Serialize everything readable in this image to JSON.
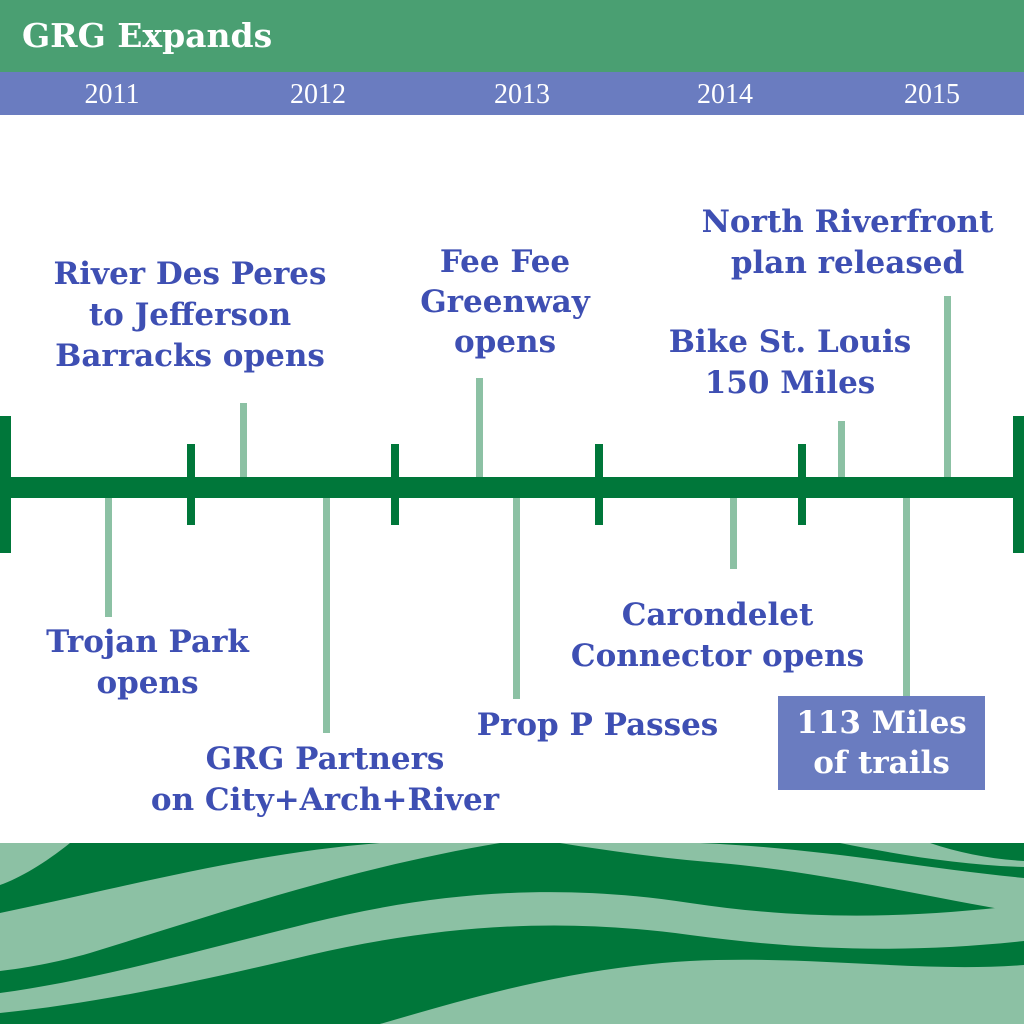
{
  "title": "GRG Expands",
  "years": [
    "2011",
    "2012",
    "2013",
    "2014",
    "2015"
  ],
  "events": [
    {
      "id": "river-des-peres",
      "lines": [
        "River Des Peres",
        "to Jefferson",
        "Barracks opens"
      ]
    },
    {
      "id": "fee-fee",
      "lines": [
        "Fee Fee",
        "Greenway",
        "opens"
      ]
    },
    {
      "id": "north-riverfront",
      "lines": [
        "North Riverfront",
        "plan released"
      ]
    },
    {
      "id": "bike-st-louis",
      "lines": [
        "Bike St. Louis",
        "150 Miles"
      ]
    },
    {
      "id": "trojan-park",
      "lines": [
        "Trojan Park",
        "opens"
      ]
    },
    {
      "id": "grg-partners",
      "lines": [
        "GRG Partners",
        "on City+Arch+River"
      ]
    },
    {
      "id": "prop-p",
      "lines": [
        "Prop P Passes"
      ]
    },
    {
      "id": "carondelet",
      "lines": [
        "Carondelet",
        "Connector opens"
      ]
    }
  ],
  "callout": {
    "lines": [
      "113 Miles",
      "of trails"
    ]
  },
  "colors": {
    "green_dark": "#00773a",
    "green_mid": "#4a9f72",
    "green_light": "#8cc1a4",
    "blue": "#6a7cc0",
    "text_blue": "#3e4fb3"
  }
}
